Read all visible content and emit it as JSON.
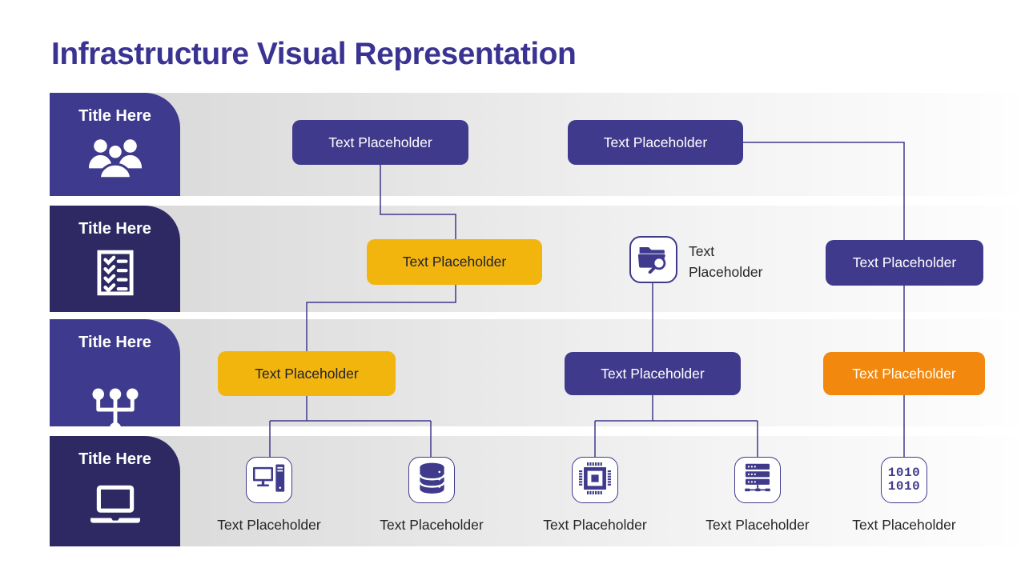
{
  "title": "Infrastructure Visual Representation",
  "colors": {
    "accent_purple": "#3F3A8C",
    "dark_purple": "#2E2963",
    "yellow": "#F2B50D",
    "orange": "#F2880D",
    "title_text": "#3A3392"
  },
  "sidebar_rows": [
    {
      "label": "Title Here",
      "icon": "users-icon"
    },
    {
      "label": "Title Here",
      "icon": "checklist-icon"
    },
    {
      "label": "Title Here",
      "icon": "hierarchy-icon"
    },
    {
      "label": "Title Here",
      "icon": "laptop-icon"
    }
  ],
  "flowchart": {
    "row1": {
      "box1": "Text Placeholder",
      "box2": "Text Placeholder"
    },
    "row2": {
      "box1": "Text Placeholder",
      "icon": "folder-search-icon",
      "icon_caption_line1": "Text",
      "icon_caption_line2": "Placeholder",
      "box2": "Text Placeholder"
    },
    "row3": {
      "box1": "Text Placeholder",
      "box2": "Text Placeholder",
      "box3": "Text Placeholder"
    },
    "row4": [
      {
        "icon": "desktop-computer-icon",
        "label": "Text Placeholder"
      },
      {
        "icon": "database-icon",
        "label": "Text Placeholder"
      },
      {
        "icon": "cpu-chip-icon",
        "label": "Text Placeholder"
      },
      {
        "icon": "server-icon",
        "label": "Text Placeholder"
      },
      {
        "icon": "binary-code-icon",
        "label": "Text Placeholder"
      }
    ],
    "binary_text": {
      "line1": "1010",
      "line2": "1010"
    }
  }
}
